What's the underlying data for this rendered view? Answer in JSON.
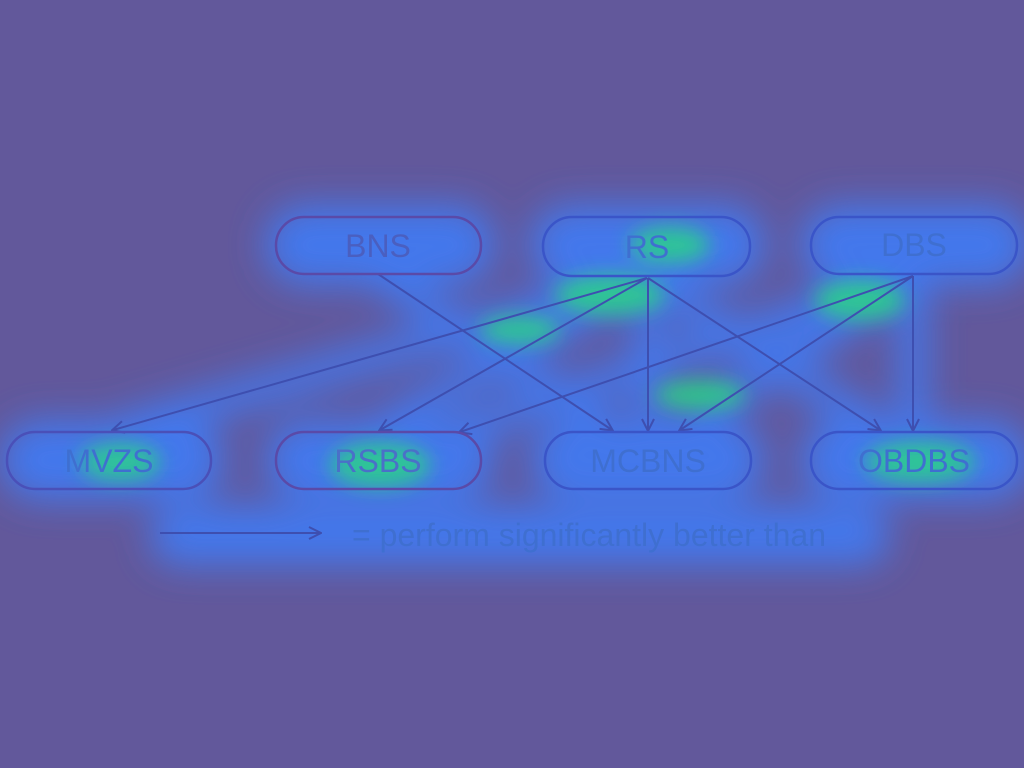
{
  "nodes": {
    "bns": "BNS",
    "rs": "RS",
    "dbs": "DBS",
    "mvzs": "MVZS",
    "rsbs": "RSBS",
    "mcbns": "MCBNS",
    "obdbs": "OBDBS"
  },
  "edges": [
    {
      "from": "BNS",
      "to": "MCBNS"
    },
    {
      "from": "RS",
      "to": "MVZS"
    },
    {
      "from": "RS",
      "to": "RSBS"
    },
    {
      "from": "RS",
      "to": "MCBNS"
    },
    {
      "from": "RS",
      "to": "OBDBS"
    },
    {
      "from": "DBS",
      "to": "RSBS"
    },
    {
      "from": "DBS",
      "to": "MCBNS"
    },
    {
      "from": "DBS",
      "to": "OBDBS"
    }
  ],
  "legend": {
    "text": "= perform significantly better than"
  },
  "colors": {
    "background": "#62589b",
    "glow_blue": "#3f7cf5",
    "glow_green": "#25e07a",
    "stroke": "#3e4fb0",
    "text": "#3f6fd0"
  }
}
